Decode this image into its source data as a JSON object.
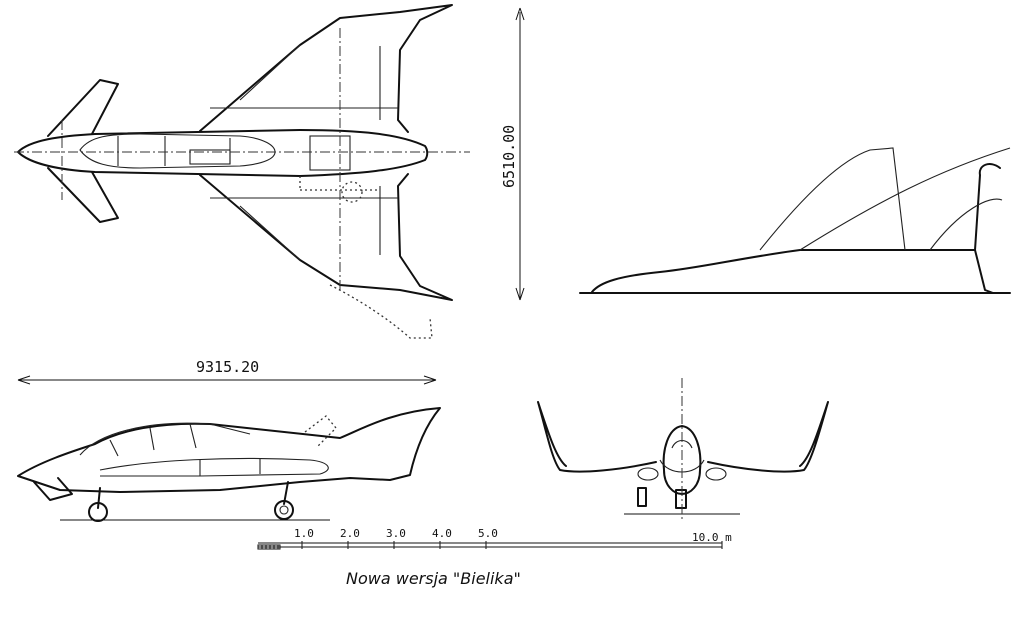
{
  "dimensions": {
    "span": "6510.00",
    "length": "9315.20"
  },
  "scale_bar": {
    "ticks": [
      "1.0",
      "2.0",
      "3.0",
      "4.0",
      "5.0"
    ],
    "end_label": "10.0 m"
  },
  "caption": "Nowa wersja \"Bielika\""
}
